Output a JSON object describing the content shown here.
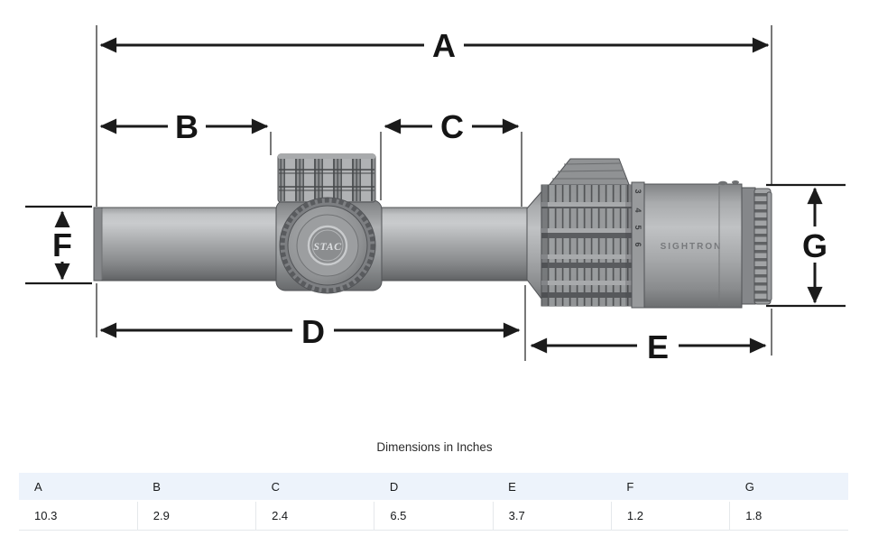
{
  "diagram": {
    "dimension_labels": {
      "a": "A",
      "b": "B",
      "c": "C",
      "d": "D",
      "e": "E",
      "f": "F",
      "g": "G"
    },
    "scope": {
      "brand_marking": "SIGHTRON",
      "turret_logo": "STAC",
      "power_ring_numbers": [
        "3",
        "4",
        "5",
        "6"
      ]
    }
  },
  "caption": "Dimensions in Inches",
  "table": {
    "headers": [
      "A",
      "B",
      "C",
      "D",
      "E",
      "F",
      "G"
    ],
    "values": [
      "10.3",
      "2.9",
      "2.4",
      "6.5",
      "3.7",
      "1.2",
      "1.8"
    ]
  }
}
